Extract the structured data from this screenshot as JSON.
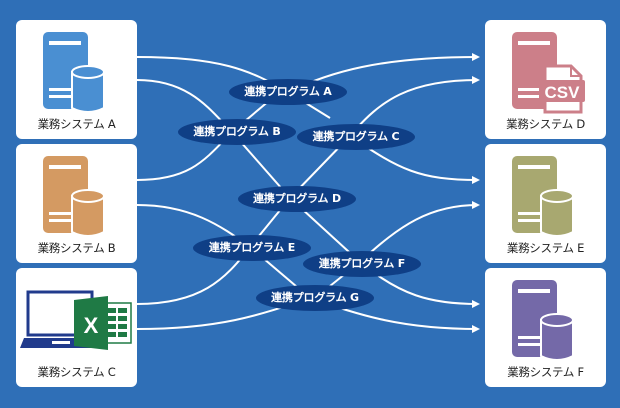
{
  "colors": {
    "background": "#2f6fb7",
    "program_ellipse": "#0f3f86",
    "system_a": "#4a8fd2",
    "system_b": "#d49a62",
    "system_c_laptop": "#213b8c",
    "system_c_excel": "#1f7a45",
    "system_d": "#cc7f89",
    "system_e": "#a8a870",
    "system_f": "#7469a8"
  },
  "source_systems": [
    {
      "label": "業務システム A",
      "icon": "server-database-icon"
    },
    {
      "label": "業務システム B",
      "icon": "server-database-icon"
    },
    {
      "label": "業務システム C",
      "icon": "laptop-excel-icon"
    }
  ],
  "target_systems": [
    {
      "label": "業務システム D",
      "icon": "server-csv-icon",
      "badge": "CSV"
    },
    {
      "label": "業務システム E",
      "icon": "server-database-icon"
    },
    {
      "label": "業務システム F",
      "icon": "server-database-icon"
    }
  ],
  "excel_letter": "X",
  "programs": [
    {
      "label": "連携プログラム A"
    },
    {
      "label": "連携プログラム B"
    },
    {
      "label": "連携プログラム C"
    },
    {
      "label": "連携プログラム D"
    },
    {
      "label": "連携プログラム E"
    },
    {
      "label": "連携プログラム F"
    },
    {
      "label": "連携プログラム G"
    }
  ]
}
